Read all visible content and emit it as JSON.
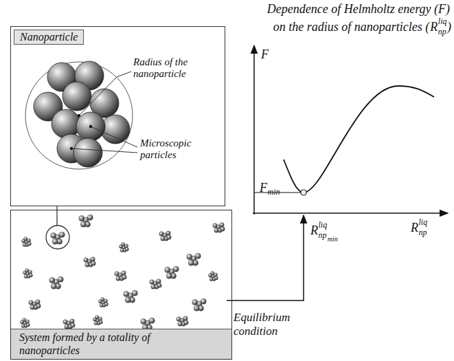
{
  "diagram": {
    "nodes": [
      {
        "text": [
          "Nanoparticle"
        ]
      },
      {
        "text": [
          "System formed by a totality of nanoparticles"
        ]
      }
    ],
    "labels": [
      "Dependence of Helmholtz energy (F)",
      "on the radius of nanoparticles (",
      "R",
      "np",
      "liq",
      ")",
      "Radius of the nanoparticle",
      "Microscopic particles",
      "F",
      "F",
      "min",
      "R",
      "np",
      "min",
      "liq",
      "R",
      "np",
      "liq",
      "Equilibrium condition"
    ]
  }
}
